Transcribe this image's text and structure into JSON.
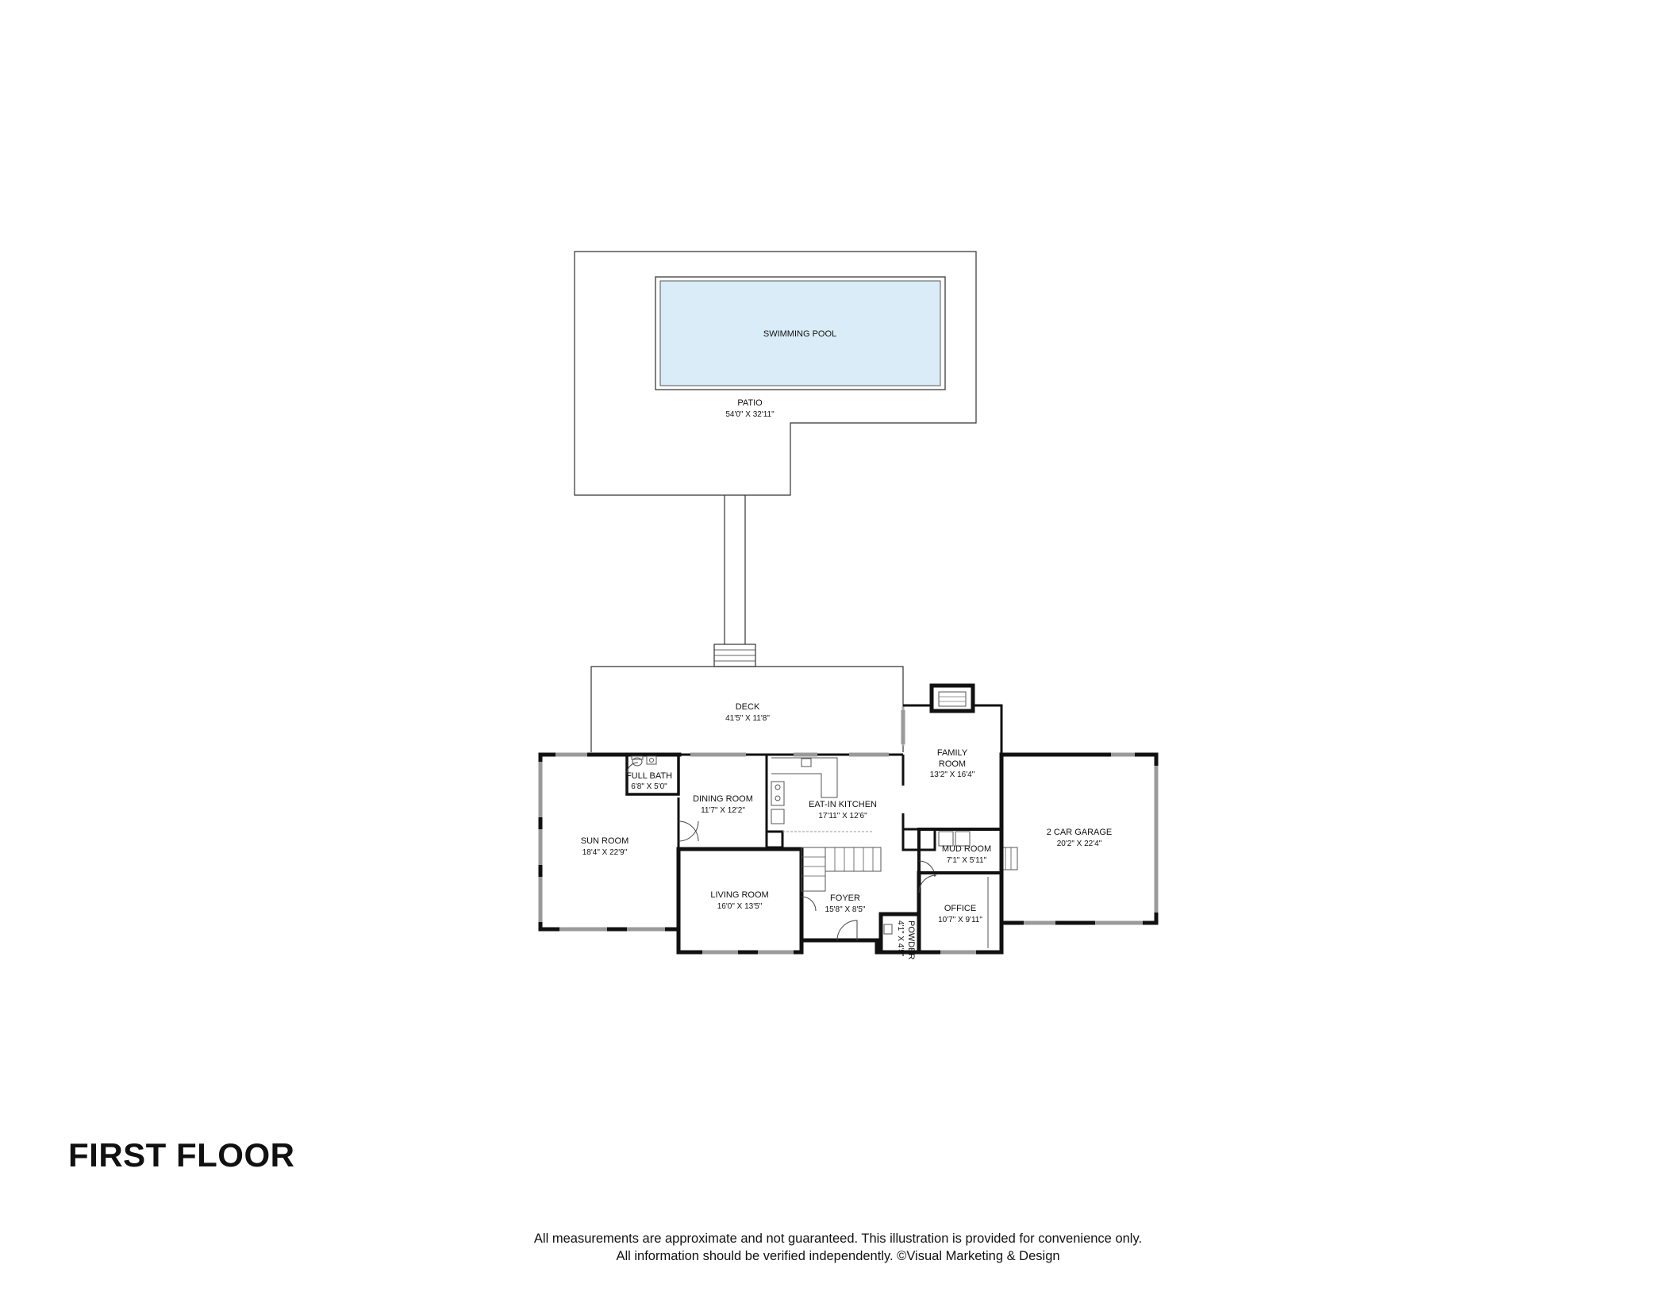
{
  "title": "FIRST FLOOR",
  "disclaimer": {
    "line1": "All measurements are approximate and not guaranteed. This illustration is provided for convenience only.",
    "line2": "All information should be verified independently. ©Visual Marketing & Design"
  },
  "colors": {
    "pool": "#d9ecf7",
    "pool_edge": "#555555",
    "walls": "#111111",
    "windows": "#9a9a9a"
  },
  "rooms": {
    "pool": {
      "name": "SWIMMING POOL"
    },
    "patio": {
      "name": "PATIO",
      "size": "54'0\" X 32'11\""
    },
    "deck": {
      "name": "DECK",
      "size": "41'5\" X 11'8\""
    },
    "family": {
      "name1": "FAMILY",
      "name2": "ROOM",
      "size": "13'2\" X 16'4\""
    },
    "full_bath": {
      "name": "FULL BATH",
      "size": "6'8\" X 5'0\""
    },
    "dining": {
      "name": "DINING ROOM",
      "size": "11'7\" X 12'2\""
    },
    "kitchen": {
      "name": "EAT-IN KITCHEN",
      "size": "17'11\" X 12'6\""
    },
    "sun": {
      "name": "SUN ROOM",
      "size": "18'4\" X 22'9\""
    },
    "living": {
      "name": "LIVING ROOM",
      "size": "16'0\" X 13'5\""
    },
    "foyer": {
      "name": "FOYER",
      "size": "15'8\" X 8'5\""
    },
    "mud": {
      "name": "MUD ROOM",
      "size": "7'1\" X 5'11\""
    },
    "garage": {
      "name": "2 CAR GARAGE",
      "size": "20'2\" X 22'4\""
    },
    "office": {
      "name": "OFFICE",
      "size": "10'7\" X 9'11\""
    },
    "powder": {
      "name": "POWDER",
      "size": "4'1\" X 4'5\""
    }
  }
}
